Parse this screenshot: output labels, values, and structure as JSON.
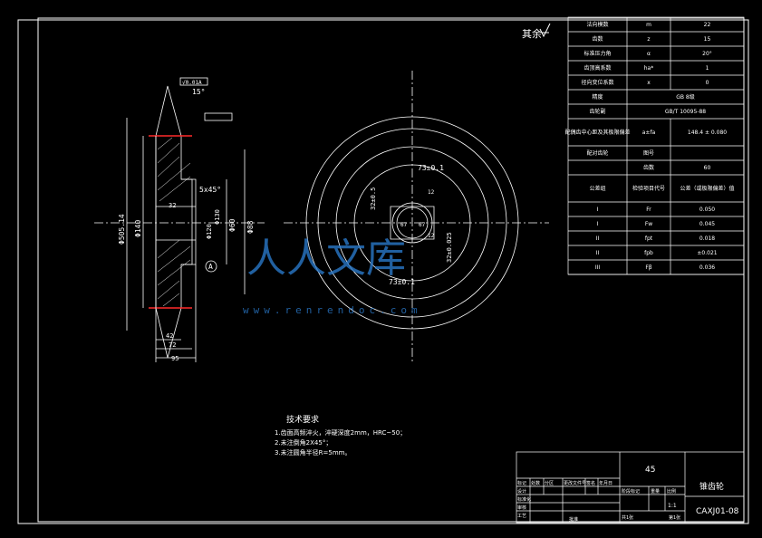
{
  "drawing": {
    "roughness_note": "其余",
    "param_table": [
      [
        "法向模数",
        "m",
        "22"
      ],
      [
        "齿数",
        "z",
        "15"
      ],
      [
        "标准压力角",
        "α",
        "20°"
      ],
      [
        "齿顶高系数",
        "ha*",
        "1"
      ],
      [
        "径向变位系数",
        "x",
        "0"
      ],
      [
        "精度",
        "",
        "GB 8级"
      ],
      [
        "齿轮副",
        "",
        "GB/T 10095-88"
      ],
      [
        "配偶齿中心距及其极限偏差",
        "a±fa",
        "148.4 ± 0.080"
      ],
      [
        "配对齿轮",
        "图号",
        ""
      ],
      [
        "",
        "齿数",
        "60"
      ],
      [
        "公差组",
        "检验项目代号",
        "公差（或极限偏差）值"
      ],
      [
        "I",
        "Fr",
        "0.050"
      ],
      [
        "I",
        "Fw",
        "0.045"
      ],
      [
        "II",
        "fpt",
        "0.018"
      ],
      [
        "II",
        "fpb",
        "±0.021"
      ],
      [
        "III",
        "Fβ",
        "0.036"
      ]
    ],
    "dimensions": {
      "left_top": "15°",
      "left_feature": "√0.01A",
      "left_chamfer": "5x45°",
      "left_dia1": "Φ505.14",
      "left_dia2": "Φ140",
      "left_dia3": "Φ120",
      "left_dia4": "Φ130",
      "left_dia5": "Φ88",
      "left_dia6": "Φ60",
      "left_bottom1": "42",
      "left_bottom2": "72",
      "left_bottom3": "95",
      "datum_label": "A",
      "small_label": "32",
      "right_top": "73±0.1",
      "right_bottom": "73±0.1",
      "right_left": "32±0.5",
      "right_right": "32±0.025",
      "right_inner1": "12",
      "right_inner2": "67",
      "right_inner3": "67",
      "right_inner4": "12"
    },
    "watermark_main": "人人文库",
    "watermark_url": "www.renrendoc.com",
    "tech_title": "技术要求",
    "tech_lines": [
      "1.齿面高频淬火，淬硬深度2mm，HRC~50；",
      "2.未注倒角2X45°；",
      "3.未注圆角半径R=5mm。"
    ],
    "title_block": {
      "material": "45",
      "part_name": "锥齿轮",
      "drawing_no": "CAXJ01-08",
      "scale": "1:1",
      "headers": [
        "标记",
        "处数",
        "分区",
        "更改文件号",
        "签名",
        "年月日"
      ],
      "rows": [
        "设计",
        "标准化",
        "审核",
        "工艺"
      ],
      "stage_headers": [
        "阶段标记",
        "重量",
        "比例"
      ],
      "footer_left": "共1张",
      "footer_right": "第1张",
      "approve": "批准"
    }
  }
}
